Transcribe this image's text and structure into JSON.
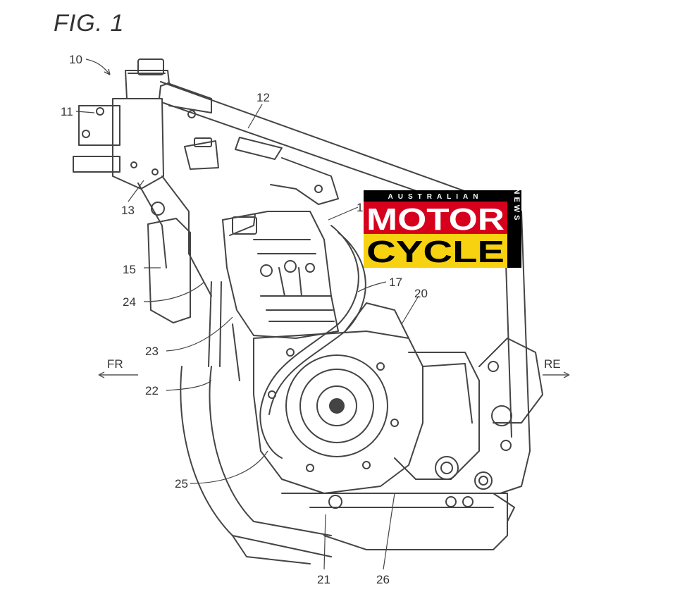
{
  "figure": {
    "title": "FIG. 1"
  },
  "labels": {
    "l10": "10",
    "l11": "11",
    "l12": "12",
    "l13": "13",
    "l1": "1",
    "l15": "15",
    "l17": "17",
    "l20": "20",
    "l24": "24",
    "l23": "23",
    "l22": "22",
    "l25": "25",
    "l21": "21",
    "l26": "26"
  },
  "directions": {
    "front": "FR",
    "rear": "RE"
  },
  "logo": {
    "top": "AUSTRALIAN",
    "line1": "MOTOR",
    "line2": "CYCLE",
    "side": "NEWS",
    "colors": {
      "yellow": "#f7d210",
      "red": "#d6001c",
      "black": "#000000",
      "white": "#ffffff"
    }
  }
}
